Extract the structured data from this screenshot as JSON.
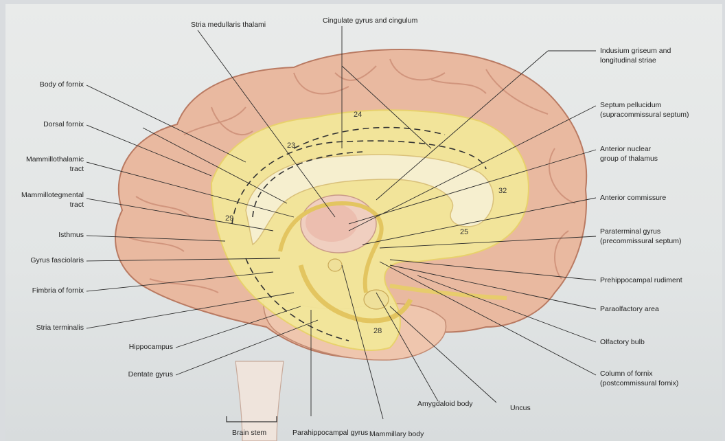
{
  "labels": {
    "left": {
      "body_of_fornix": "Body of fornix",
      "dorsal_fornix": "Dorsal fornix",
      "mammillothalamic_1": "Mammillothalamic",
      "mammillothalamic_2": "tract",
      "mammillotegmental_1": "Mammillotegmental",
      "mammillotegmental_2": "tract",
      "isthmus": "Isthmus",
      "gyrus_fasciolaris": "Gyrus fasciolaris",
      "fimbria": "Fimbria of fornix",
      "stria_terminalis": "Stria terminalis",
      "hippocampus": "Hippocampus",
      "dentate_gyrus": "Dentate gyrus"
    },
    "top": {
      "stria_medullaris": "Stria medullaris thalami",
      "cingulate": "Cingulate gyrus and cingulum"
    },
    "right": {
      "indusium_faded": "Indusium",
      "indusium_1": " griseum and",
      "indusium_2_faded": "longitudinal",
      "indusium_2": " striae",
      "septum_faded": "Septum",
      "septum_1": " pellucidum",
      "septum_2": "(supracommissural septum)",
      "anterior_nuclear_1": "Anterior nuclear",
      "anterior_nuclear_2": "group of thalamus",
      "anterior_commissure": "Anterior commissure",
      "paraterminal_1": "Paraterminal gyrus",
      "paraterminal_2": "(precommissural septum)",
      "prehippocampal": "Prehippocampal rudiment",
      "paraolfactory": "Paraolfactory area",
      "olfactory_bulb": "Olfactory bulb",
      "column_fornix_1": "Column of fornix",
      "column_fornix_2": "(postcommissural fornix)"
    },
    "bottom": {
      "brain_stem": "Brain stem",
      "parahippocampal": "Parahippocampal gyrus",
      "mammillary": "Mammillary body",
      "amygdaloid": "Amygdaloid body",
      "uncus": "Uncus"
    }
  },
  "areas": {
    "a23": "23",
    "a24": "24",
    "a25": "25",
    "a28": "28",
    "a29": "29",
    "a32": "32"
  },
  "colors": {
    "cortex": "#e9b9a0",
    "cortex_dark": "#c98a72",
    "limbic": "#f3e79a",
    "limbic_edge": "#e8d36a",
    "background": "#e6e8e8"
  }
}
